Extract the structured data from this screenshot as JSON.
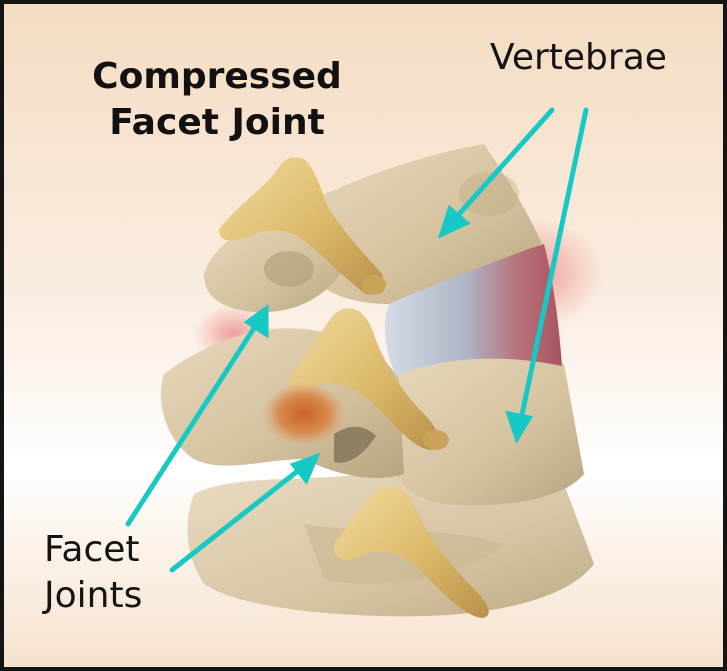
{
  "title": {
    "line1": "Compressed",
    "line2": "Facet Joint"
  },
  "labels": {
    "vertebrae": "Vertebrae",
    "facet_line1": "Facet",
    "facet_line2": "Joints"
  },
  "colors": {
    "arrow": "#17c9c4",
    "bone": "#d8c6a6",
    "facet_process": "#e3c47a",
    "inflammation": "#c8642a",
    "disc_healthy": "#c4cbd6",
    "disc_compressed": "#b8737d",
    "border": "#141414"
  }
}
